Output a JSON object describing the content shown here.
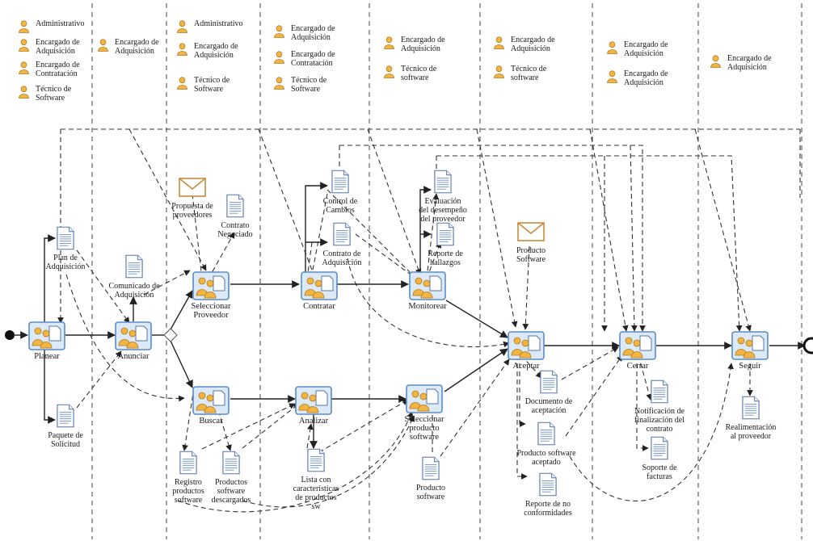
{
  "roles_header": [
    {
      "lines": [
        "Administrativo"
      ]
    },
    {
      "lines": [
        "Encargado de",
        "Adquisición"
      ]
    },
    {
      "lines": [
        "Encargado de",
        "Contratación"
      ]
    },
    {
      "lines": [
        "Técnico de",
        "Software"
      ]
    },
    {
      "lines": [
        "Encargado de",
        "Adquisición"
      ]
    },
    {
      "lines": [
        "Administrativo"
      ]
    },
    {
      "lines": [
        "Encargado de",
        "Adquisición"
      ]
    },
    {
      "lines": [
        "Técnico de",
        "Software"
      ]
    },
    {
      "lines": [
        "Encargado de",
        "Adquisición"
      ]
    },
    {
      "lines": [
        "Encargado de",
        "Contratación"
      ]
    },
    {
      "lines": [
        "Técnico de",
        "Software"
      ]
    },
    {
      "lines": [
        "Encargado de",
        "Adquisición"
      ]
    },
    {
      "lines": [
        "Técnico de",
        "software"
      ]
    },
    {
      "lines": [
        "Encargado de",
        "Adquisición"
      ]
    },
    {
      "lines": [
        "Técnico de",
        "software"
      ]
    },
    {
      "lines": [
        "Encargado de",
        "Adquisición"
      ]
    },
    {
      "lines": [
        "Encargado de",
        "Adquisición"
      ]
    },
    {
      "lines": [
        "Encargado de",
        "Adquisición"
      ]
    }
  ],
  "tasks": [
    {
      "label": [
        "Planear"
      ]
    },
    {
      "label": [
        "Anunciar"
      ]
    },
    {
      "label": [
        "Seleccionar",
        "Proveedor"
      ]
    },
    {
      "label": [
        "Buscar"
      ]
    },
    {
      "label": [
        "Contratar"
      ]
    },
    {
      "label": [
        "Analizar"
      ]
    },
    {
      "label": [
        "Monitorear"
      ]
    },
    {
      "label": [
        "Seleccionar",
        "producto",
        "software"
      ]
    },
    {
      "label": [
        "Aceptar"
      ]
    },
    {
      "label": [
        "Cerrar"
      ]
    },
    {
      "label": [
        "Seguir"
      ]
    }
  ],
  "documents": [
    {
      "label": [
        "Plan de",
        "Adquisición"
      ]
    },
    {
      "label": [
        "Paquete de",
        "Solicitud"
      ]
    },
    {
      "label": [
        "Comunicado de",
        "Adquisición"
      ]
    },
    {
      "label": [
        "Contrato",
        "Negociado"
      ]
    },
    {
      "label": [
        "Control de",
        "Cambios"
      ]
    },
    {
      "label": [
        "Contrato de",
        "Adquisición"
      ]
    },
    {
      "label": [
        "Evaluación",
        "del desempeño",
        "del proveedor"
      ]
    },
    {
      "label": [
        "Reporte de",
        "hallazgos"
      ]
    },
    {
      "label": [
        "Registro",
        "productos",
        "software"
      ]
    },
    {
      "label": [
        "Productos",
        "software",
        "descargados"
      ]
    },
    {
      "label": [
        "Lista con",
        "características",
        "de productos",
        "sw"
      ]
    },
    {
      "label": [
        "Producto",
        "software"
      ]
    },
    {
      "label": [
        "Documento de",
        "aceptación"
      ]
    },
    {
      "label": [
        "Producto software",
        "aceptado"
      ]
    },
    {
      "label": [
        "Reporte de no",
        "conformidades"
      ]
    },
    {
      "label": [
        "Notificación de",
        "finalización del",
        "contrato"
      ]
    },
    {
      "label": [
        "Soporte de",
        "facturas"
      ]
    },
    {
      "label": [
        "Realimentación",
        "al proveedor"
      ]
    }
  ],
  "messages": [
    {
      "label": [
        "Propuesta de",
        "proveedores"
      ]
    },
    {
      "label": [
        "Producto",
        "Software"
      ]
    }
  ],
  "colors": {
    "role_icon": "#f2b544",
    "task_fill": "#dce9f7",
    "task_border": "#5b8cc4",
    "doc_fill": "#ffffff",
    "doc_line": "#5577aa",
    "envelope": "#c98a3a"
  }
}
